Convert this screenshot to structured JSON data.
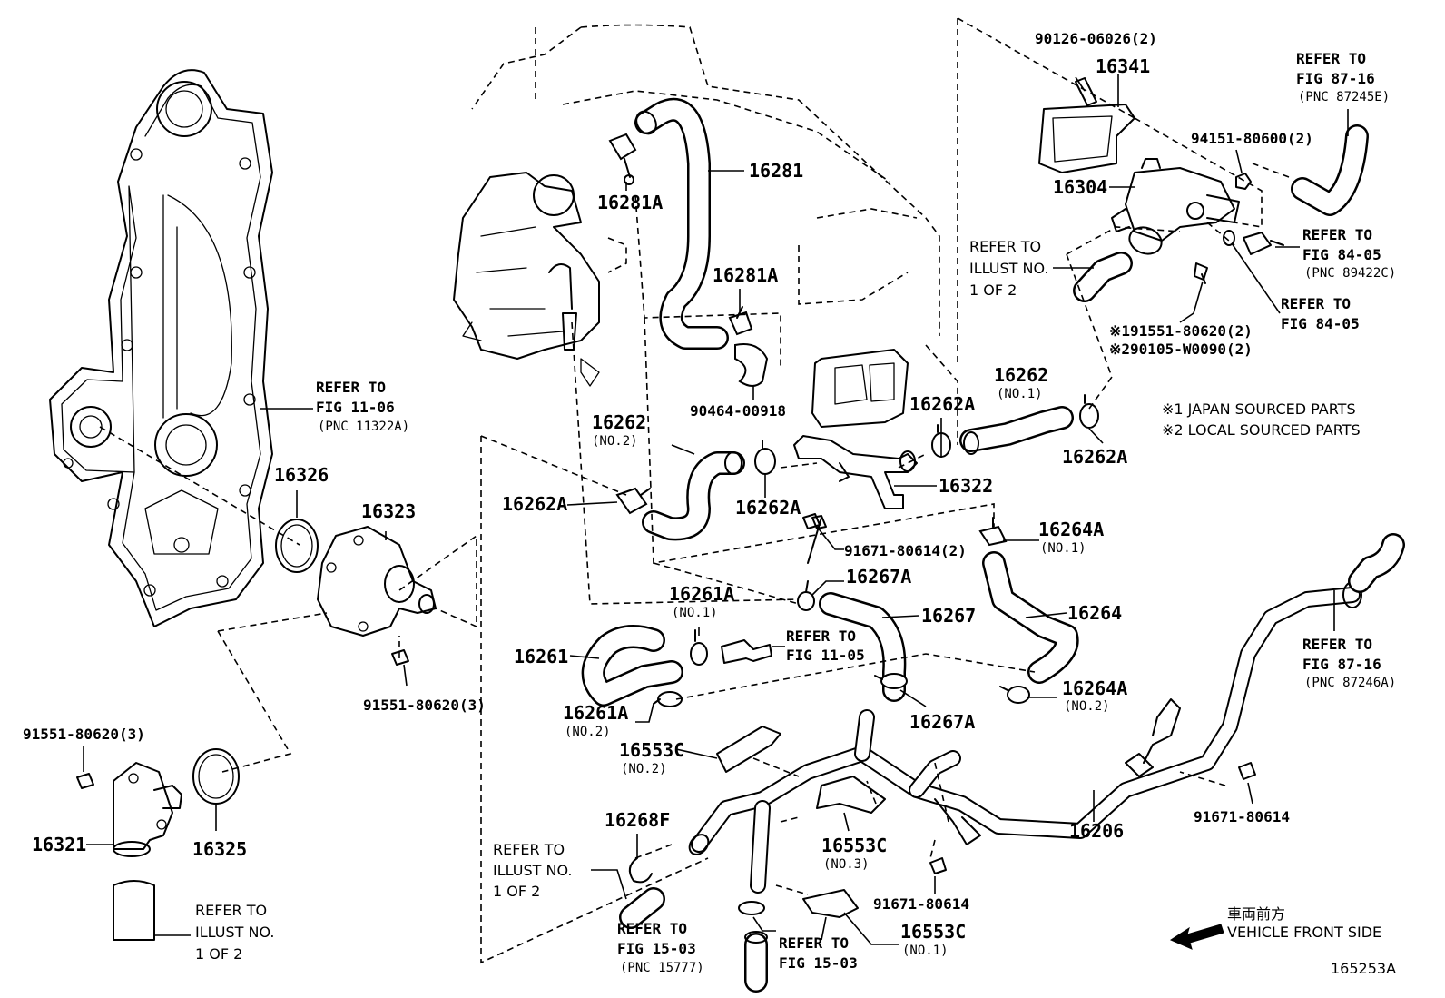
{
  "diagram_id": "165253A",
  "direction": {
    "jp": "車両前方",
    "en": "VEHICLE FRONT SIDE"
  },
  "notes": {
    "note1": "※1 JAPAN SOURCED PARTS",
    "note2": "※2 LOCAL SOURCED PARTS"
  },
  "labels": {
    "p16281": "16281",
    "p16281A_a": "16281A",
    "p16281A_b": "16281A",
    "p90464": "90464-00918",
    "p16262_no2": "16262",
    "p16262_no2_sub": "(NO.2)",
    "p16262A_a": "16262A",
    "p16262A_b": "16262A",
    "p16262A_c": "16262A",
    "p16262A_d": "16262A",
    "p16262_no1": "16262",
    "p16262_no1_sub": "(NO.1)",
    "p16322": "16322",
    "p91671_2": "91671-80614(2)",
    "p16264A_no1": "16264A",
    "p16264A_no1_sub": "(NO.1)",
    "p16264": "16264",
    "p16264A_no2": "16264A",
    "p16264A_no2_sub": "(NO.2)",
    "p16267A_a": "16267A",
    "p16267": "16267",
    "p16267A_b": "16267A",
    "p16261A_no1": "16261A",
    "p16261A_no1_sub": "(NO.1)",
    "p16261": "16261",
    "p16261A_no2": "16261A",
    "p16261A_no2_sub": "(NO.2)",
    "p16553C_no2": "16553C",
    "p16553C_no2_sub": "(NO.2)",
    "p16553C_no3": "16553C",
    "p16553C_no3_sub": "(NO.3)",
    "p16553C_no1": "16553C",
    "p16553C_no1_sub": "(NO.1)",
    "p16268F": "16268F",
    "p16206": "16206",
    "p91671_a": "91671-80614",
    "p91671_b": "91671-80614",
    "p16326": "16326",
    "p16323": "16323",
    "p91551_3a": "91551-80620(3)",
    "p91551_3b": "91551-80620(3)",
    "p16321": "16321",
    "p16325": "16325",
    "p90126": "90126-06026(2)",
    "p16341": "16341",
    "p94151": "94151-80600(2)",
    "p16304": "16304",
    "p191551": "※191551-80620(2)",
    "p290105": "※290105-W0090(2)"
  },
  "refers": {
    "fig1106": [
      "REFER TO",
      "FIG 11-06",
      "(PNC 11322A)"
    ],
    "fig8716a": [
      "REFER TO",
      "FIG 87-16",
      "(PNC 87245E)"
    ],
    "fig8405a": [
      "REFER TO",
      "FIG 84-05",
      "(PNC 89422C)"
    ],
    "fig8405b": [
      "REFER TO",
      "FIG 84-05"
    ],
    "illust_top": [
      "REFER TO",
      "ILLUST NO.",
      "1 OF 2"
    ],
    "fig1105": [
      "REFER TO",
      "FIG 11-05"
    ],
    "fig8716b": [
      "REFER TO",
      "FIG 87-16",
      "(PNC 87246A)"
    ],
    "illust_mid": [
      "REFER TO",
      "ILLUST NO.",
      "1 OF 2"
    ],
    "fig1503a": [
      "REFER TO",
      "FIG 15-03",
      "(PNC 15777)"
    ],
    "fig1503b": [
      "REFER TO",
      "FIG 15-03"
    ],
    "illust_left": [
      "REFER TO",
      "ILLUST NO.",
      "1 OF 2"
    ]
  }
}
